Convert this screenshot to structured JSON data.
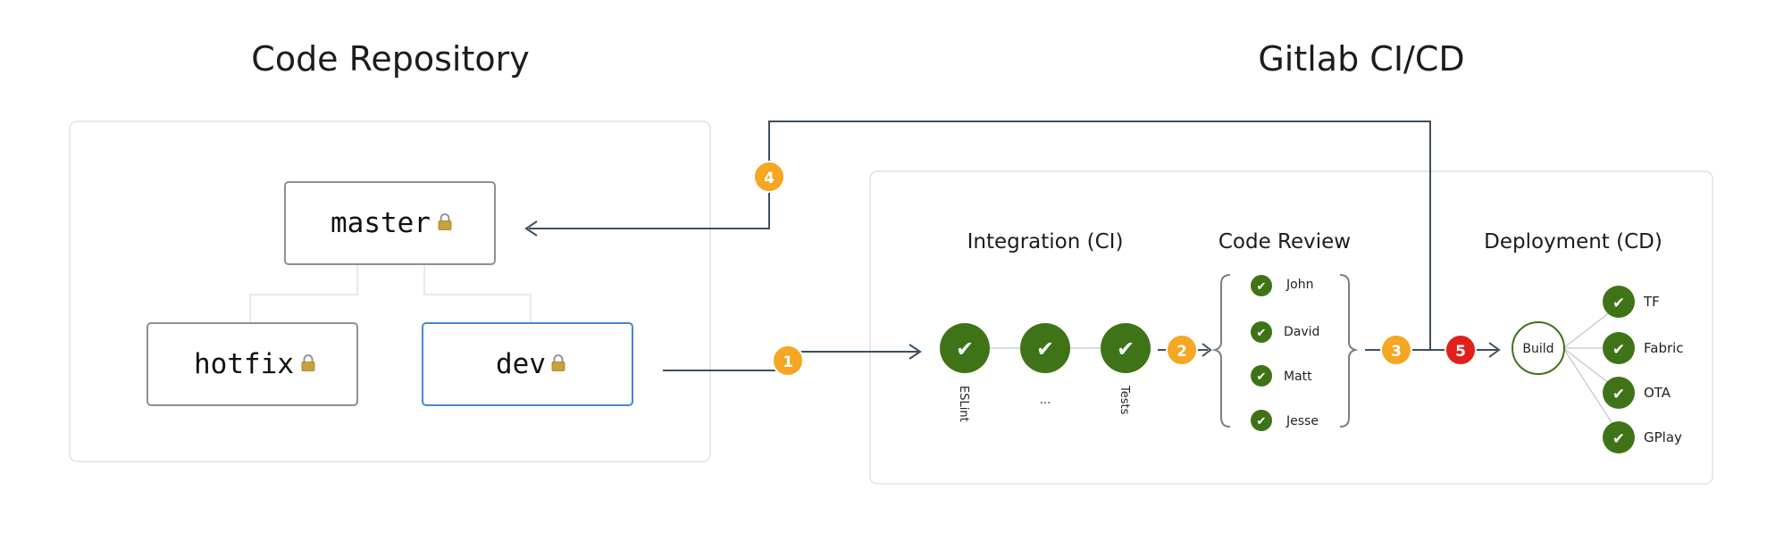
{
  "titles": {
    "repository": "Code Repository",
    "gitlab": "Gitlab CI/CD"
  },
  "branches": {
    "master": "master",
    "hotfix": "hotfix",
    "dev": "dev"
  },
  "icons": {
    "lock": "lock-icon",
    "check": "✔"
  },
  "steps": [
    "1",
    "2",
    "3",
    "4",
    "5"
  ],
  "stages": {
    "integration": {
      "title": "Integration (CI)",
      "jobs": [
        "ESLint",
        "...",
        "Tests"
      ]
    },
    "review": {
      "title": "Code Review",
      "reviewers": [
        "John",
        "David",
        "Matt",
        "Jesse"
      ]
    },
    "deployment": {
      "title": "Deployment (CD)",
      "build": "Build",
      "targets": [
        "TF",
        "Fabric",
        "OTA",
        "GPlay"
      ]
    }
  },
  "colors": {
    "success_green": "#3f7317",
    "step_orange": "#f5a623",
    "step_red": "#e0201b",
    "connector": "#3e4f5e",
    "panel_border": "#dfe2e5",
    "dev_border": "#4a86cf"
  }
}
